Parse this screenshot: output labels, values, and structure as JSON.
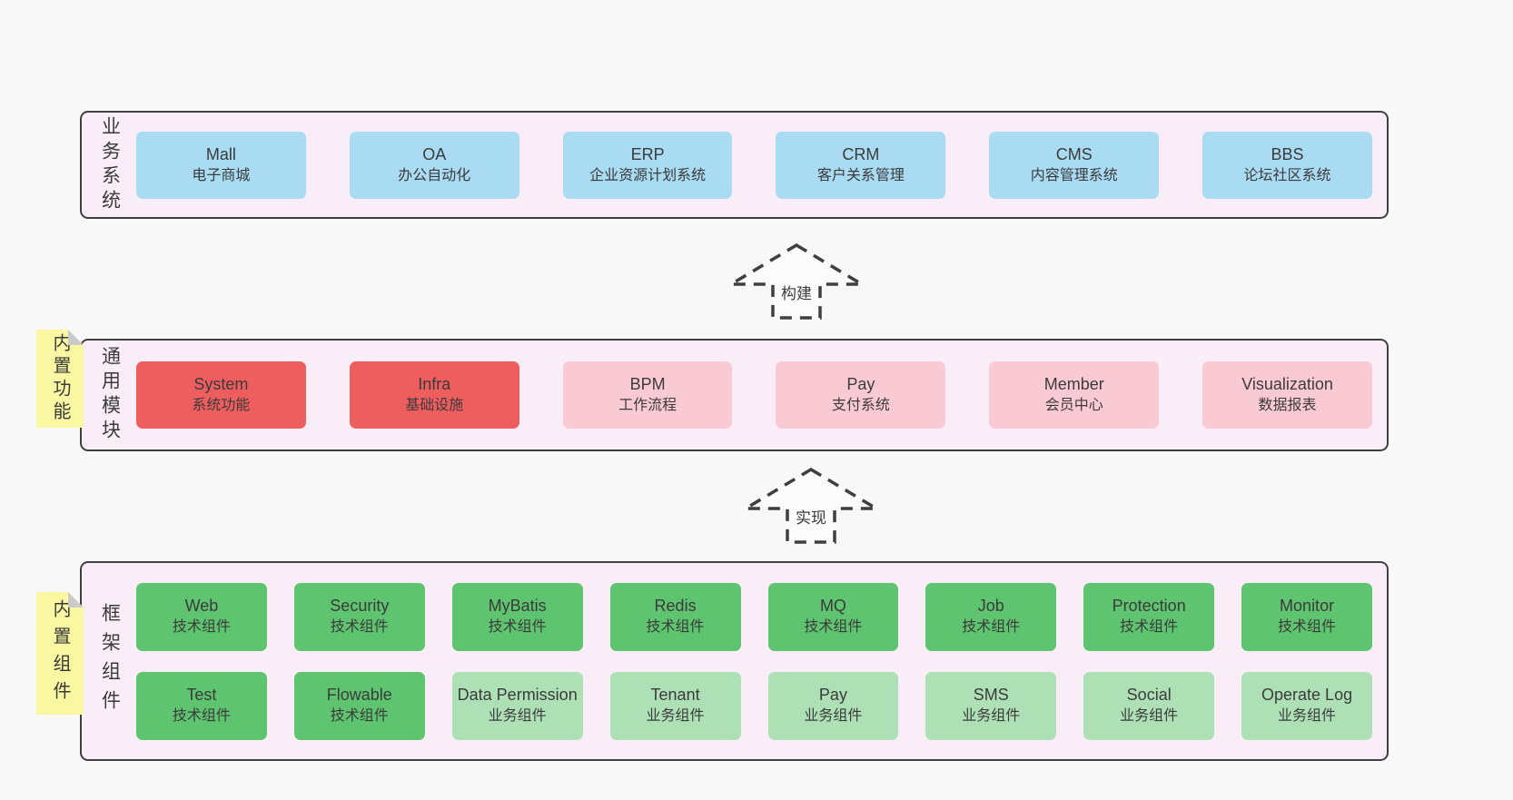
{
  "colors": {
    "page_bg": "#f8f8f8",
    "panel_bg": "#f9eef8",
    "panel_border": "#3f3f3f",
    "blue": "#a9dbf3",
    "red": "#ef5e5e",
    "pink": "#facad4",
    "green": "#5ec46f",
    "green_light": "#aee0b6",
    "note_yellow": "#f9f7a1",
    "note_fold": "#c9c9c9",
    "text": "#3b3b3b"
  },
  "arrows": {
    "build": "构建",
    "implement": "实现"
  },
  "layers": {
    "business": {
      "label": "业务系统",
      "rows": [
        [
          {
            "name": "Mall",
            "desc": "电子商城",
            "variant": "blue"
          },
          {
            "name": "OA",
            "desc": "办公自动化",
            "variant": "blue"
          },
          {
            "name": "ERP",
            "desc": "企业资源计划系统",
            "variant": "blue"
          },
          {
            "name": "CRM",
            "desc": "客户关系管理",
            "variant": "blue"
          },
          {
            "name": "CMS",
            "desc": "内容管理系统",
            "variant": "blue"
          },
          {
            "name": "BBS",
            "desc": "论坛社区系统",
            "variant": "blue"
          }
        ]
      ]
    },
    "modules": {
      "label": "通用模块",
      "note": "内置功能",
      "rows": [
        [
          {
            "name": "System",
            "desc": "系统功能",
            "variant": "red"
          },
          {
            "name": "Infra",
            "desc": "基础设施",
            "variant": "red"
          },
          {
            "name": "BPM",
            "desc": "工作流程",
            "variant": "pink"
          },
          {
            "name": "Pay",
            "desc": "支付系统",
            "variant": "pink"
          },
          {
            "name": "Member",
            "desc": "会员中心",
            "variant": "pink"
          },
          {
            "name": "Visualization",
            "desc": "数据报表",
            "variant": "pink"
          }
        ]
      ]
    },
    "components": {
      "label": "框架组件",
      "note": "内置组件",
      "rows": [
        [
          {
            "name": "Web",
            "desc": "技术组件",
            "variant": "green"
          },
          {
            "name": "Security",
            "desc": "技术组件",
            "variant": "green"
          },
          {
            "name": "MyBatis",
            "desc": "技术组件",
            "variant": "green"
          },
          {
            "name": "Redis",
            "desc": "技术组件",
            "variant": "green"
          },
          {
            "name": "MQ",
            "desc": "技术组件",
            "variant": "green"
          },
          {
            "name": "Job",
            "desc": "技术组件",
            "variant": "green"
          },
          {
            "name": "Protection",
            "desc": "技术组件",
            "variant": "green"
          },
          {
            "name": "Monitor",
            "desc": "技术组件",
            "variant": "green"
          }
        ],
        [
          {
            "name": "Test",
            "desc": "技术组件",
            "variant": "green"
          },
          {
            "name": "Flowable",
            "desc": "技术组件",
            "variant": "green"
          },
          {
            "name": "Data Permission",
            "desc": "业务组件",
            "variant": "green-light"
          },
          {
            "name": "Tenant",
            "desc": "业务组件",
            "variant": "green-light"
          },
          {
            "name": "Pay",
            "desc": "业务组件",
            "variant": "green-light"
          },
          {
            "name": "SMS",
            "desc": "业务组件",
            "variant": "green-light"
          },
          {
            "name": "Social",
            "desc": "业务组件",
            "variant": "green-light"
          },
          {
            "name": "Operate Log",
            "desc": "业务组件",
            "variant": "green-light"
          }
        ]
      ]
    }
  }
}
